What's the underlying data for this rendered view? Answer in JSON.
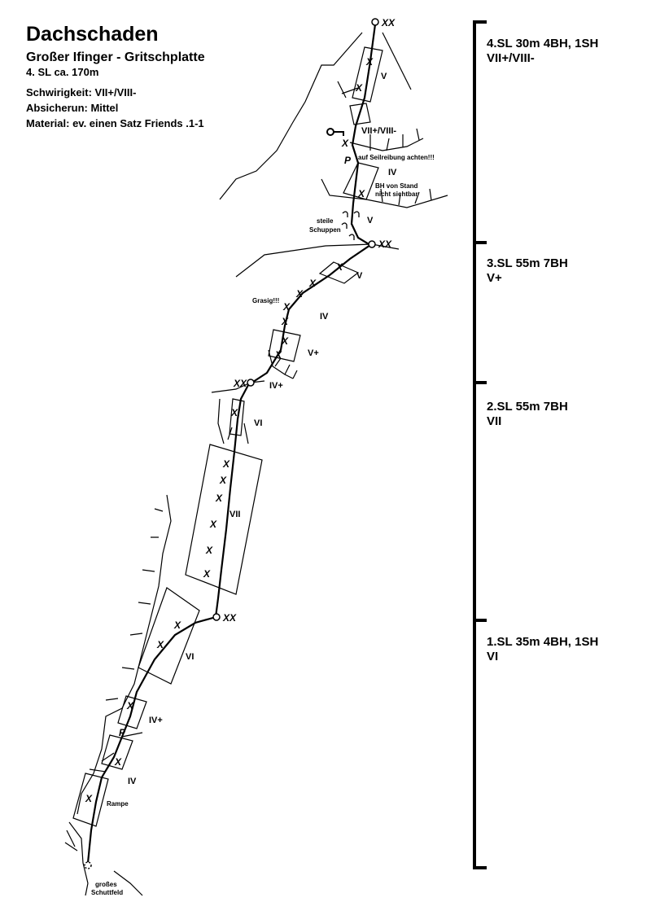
{
  "header": {
    "title": "Dachschaden",
    "subtitle": "Großer Ifinger - Gritschplatte",
    "length": "4. SL ca. 170m",
    "difficulty": "Schwirigkeit: VII+/VIII-",
    "protection": "Absicherun: Mittel",
    "material": "Material: ev. einen Satz Friends .1-1"
  },
  "pitches": [
    {
      "name": "4.SL 30m 4BH, 1SH",
      "grade": "VII+/VIII-"
    },
    {
      "name": "3.SL 55m 7BH",
      "grade": "V+"
    },
    {
      "name": "2.SL 55m 7BH",
      "grade": "VII"
    },
    {
      "name": "1.SL 35m 4BH, 1SH",
      "grade": "VI"
    }
  ],
  "topo": {
    "bolt": "X",
    "belay": "XX",
    "piton": "P",
    "grades": [
      "V",
      "VII+/VIII-",
      "IV",
      "V",
      "V",
      "IV",
      "V+",
      "IV+",
      "VI",
      "VII",
      "VI",
      "IV+",
      "IV"
    ],
    "notes": {
      "rope_drag": "auf Seilreibung achten!!!",
      "bh1": "BH von Stand",
      "bh2": "nicht sichtbar",
      "steep1": "steile",
      "steep2": "Schuppen",
      "grassy": "Grasig!!!",
      "ramp": "Rampe",
      "scree1": "großes",
      "scree2": "Schuttfeld"
    }
  }
}
